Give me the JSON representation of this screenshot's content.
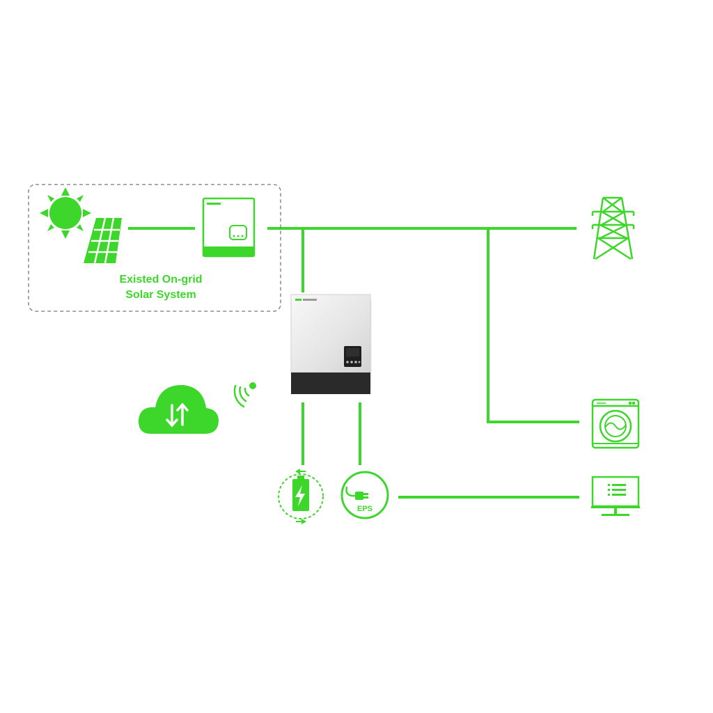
{
  "colors": {
    "accent": "#3dd62a",
    "inverter_body": "#ebebeb",
    "inverter_base": "#2a2a2a",
    "dashed_border": "#777777"
  },
  "ongrid_group": {
    "label_line1": "Existed On-grid",
    "label_line2": "Solar System"
  },
  "eps": {
    "label": "EPS"
  },
  "icons": [
    "sun-icon",
    "solar-panel-icon",
    "ongrid-inverter-icon",
    "power-tower-icon",
    "hybrid-inverter-image",
    "cloud-icon",
    "wifi-signal-icon",
    "battery-icon",
    "eps-plug-icon",
    "washing-machine-icon",
    "monitor-icon"
  ]
}
